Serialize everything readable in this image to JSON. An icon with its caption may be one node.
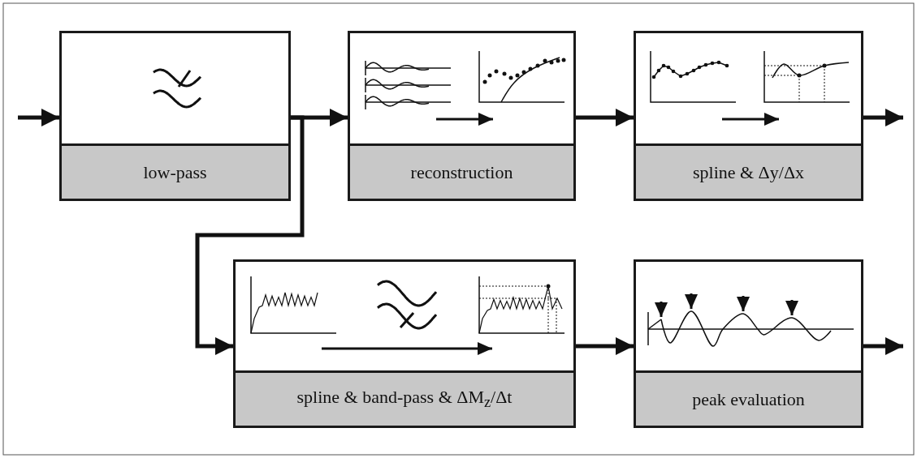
{
  "diagram": {
    "nodes": [
      {
        "text": [
          "low-pass"
        ]
      },
      {
        "text": [
          "reconstruction"
        ]
      },
      {
        "text": [
          "spline & Δy/Δx"
        ]
      },
      {
        "text": [
          "spline & band-pass & ΔM$_{z}$/Δt"
        ]
      },
      {
        "text": [
          "peak evaluation"
        ]
      }
    ],
    "edges": [
      {
        "from": null,
        "to": 0,
        "arrow": "to"
      },
      {
        "from": 0,
        "to": 1,
        "arrow": "to"
      },
      {
        "from": 0,
        "to": 3,
        "arrow": "to"
      },
      {
        "from": 1,
        "to": 2,
        "arrow": "to"
      },
      {
        "from": 2,
        "to": null,
        "arrow": "to"
      },
      {
        "from": 3,
        "to": 4,
        "arrow": "to"
      },
      {
        "from": 4,
        "to": null,
        "arrow": "to"
      }
    ]
  }
}
